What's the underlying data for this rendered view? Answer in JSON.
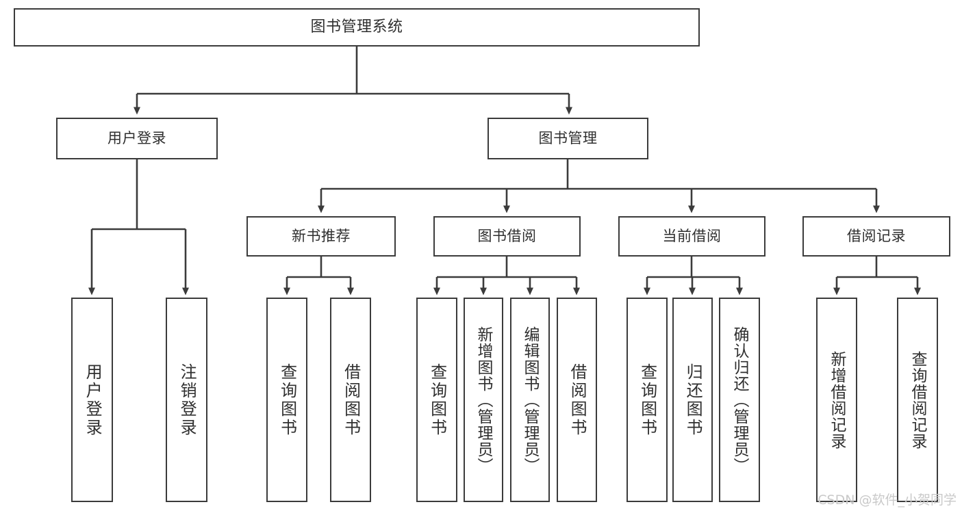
{
  "diagram": {
    "title": "图书管理系统",
    "type": "tree-hierarchy-chart",
    "colors": {
      "background": "#ffffff",
      "box_border": "#3b3b3b",
      "box_fill": "#ffffff",
      "text": "#2f2f2f",
      "connector": "#3b3b3b",
      "watermark": "#c9c9c9"
    },
    "root": {
      "label": "图书管理系统"
    },
    "level2": [
      {
        "label": "用户登录"
      },
      {
        "label": "图书管理"
      }
    ],
    "level3": [
      {
        "label": "新书推荐"
      },
      {
        "label": "图书借阅"
      },
      {
        "label": "当前借阅"
      },
      {
        "label": "借阅记录"
      }
    ],
    "leaves": {
      "user_login": [
        {
          "label": "用户登录"
        },
        {
          "label": "注销登录"
        }
      ],
      "new_book_recommend": [
        {
          "label": "查询图书"
        },
        {
          "label": "借阅图书"
        }
      ],
      "book_borrow": [
        {
          "label": "查询图书"
        },
        {
          "label": "新增图书（管理员）"
        },
        {
          "label": "编辑图书（管理员）"
        },
        {
          "label": "借阅图书"
        }
      ],
      "current_borrow": [
        {
          "label": "查询图书"
        },
        {
          "label": "归还图书"
        },
        {
          "label": "确认归还（管理员）"
        }
      ],
      "borrow_record": [
        {
          "label": "新增借阅记录"
        },
        {
          "label": "查询借阅记录"
        }
      ]
    },
    "watermark": "CSDN @软件_小贺同学"
  }
}
